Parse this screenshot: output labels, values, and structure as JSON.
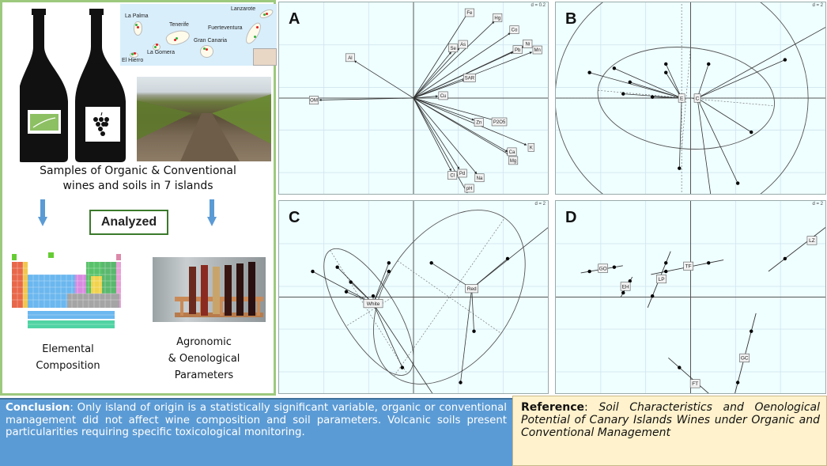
{
  "left_panel": {
    "map": {
      "islands": [
        "La Palma",
        "Tenerife",
        "Lanzarote",
        "Fuerteventura",
        "Gran Canaria",
        "La Gomera",
        "El Hierro"
      ]
    },
    "samples_text": [
      "Samples of Organic & Conventional",
      "wines and soils in 7 islands"
    ],
    "analyzed_label": "Analyzed",
    "elemental_caption": [
      "Elemental",
      "Composition"
    ],
    "agronomic_caption": [
      "Agronomic",
      "& Oenological",
      "Parameters"
    ]
  },
  "colors": {
    "panel_border": "#9dc97e",
    "arrow": "#5b9bd5",
    "analyzed_border": "#3a7a2a",
    "conclusion_bg": "#5b9bd5",
    "reference_bg": "#fff2cc",
    "plot_bg": "#effeff",
    "organic_logo": "#8dc063"
  },
  "conclusion": {
    "label": "Conclusion",
    "text": ": Only island of origin is a statistically significant variable, organic or conventional management did not affect wine composition and soil parameters. Volcanic soils present particularities requiring specific toxicological monitoring."
  },
  "reference": {
    "label": "Reference",
    "sep": ":",
    "title": "Soil Characteristics and Oenological Potential of Canary Islands Wines under Organic and Conventional Management"
  },
  "chart_data": [
    {
      "type": "scatter",
      "panel": "A",
      "kind": "correlation circle (arrows)",
      "scale_label": "d = 0.2",
      "xlim": [
        -1.0,
        1.0
      ],
      "ylim": [
        -1.0,
        1.0
      ],
      "grid": true,
      "arrows": [
        {
          "label": "Fe",
          "x": 0.4,
          "y": 0.88
        },
        {
          "label": "Hg",
          "x": 0.6,
          "y": 0.8
        },
        {
          "label": "Co",
          "x": 0.72,
          "y": 0.68
        },
        {
          "label": "As",
          "x": 0.34,
          "y": 0.52
        },
        {
          "label": "Se",
          "x": 0.28,
          "y": 0.48
        },
        {
          "label": "Ni",
          "x": 0.82,
          "y": 0.54
        },
        {
          "label": "Pb",
          "x": 0.74,
          "y": 0.48
        },
        {
          "label": "Mn",
          "x": 0.88,
          "y": 0.48
        },
        {
          "label": "SAR",
          "x": 0.38,
          "y": 0.19
        },
        {
          "label": "Al",
          "x": -0.44,
          "y": 0.39
        },
        {
          "label": "OM",
          "x": -0.7,
          "y": -0.02
        },
        {
          "label": "Cu",
          "x": 0.18,
          "y": 0.02
        },
        {
          "label": "Zn",
          "x": 0.45,
          "y": -0.23
        },
        {
          "label": "P2O5",
          "x": 0.6,
          "y": -0.23
        },
        {
          "label": "K",
          "x": 0.84,
          "y": -0.49
        },
        {
          "label": "Mg",
          "x": 0.71,
          "y": -0.59
        },
        {
          "label": "Ca",
          "x": 0.7,
          "y": -0.56
        },
        {
          "label": "Cl",
          "x": 0.28,
          "y": -0.76
        },
        {
          "label": "Pd",
          "x": 0.34,
          "y": -0.74
        },
        {
          "label": "Na",
          "x": 0.47,
          "y": -0.79
        },
        {
          "label": "pH",
          "x": 0.4,
          "y": -0.99
        }
      ]
    },
    {
      "type": "scatter",
      "panel": "B",
      "kind": "class scatter with ellipses",
      "scale_label": "d = 2",
      "xlim": [
        -6,
        6
      ],
      "ylim": [
        -4.5,
        4.5
      ],
      "grid": true,
      "groups": [
        {
          "label": "E",
          "center": [
            -0.4,
            0
          ],
          "points": [
            [
              -4.5,
              1.2
            ],
            [
              -3.4,
              1.4
            ],
            [
              -2.7,
              0.75
            ],
            [
              -3.0,
              0.2
            ],
            [
              -1.7,
              0.05
            ],
            [
              -1.1,
              1.6
            ],
            [
              -1.1,
              1.2
            ],
            [
              -0.5,
              -3.3
            ]
          ]
        },
        {
          "label": "C",
          "center": [
            0.3,
            0
          ],
          "points": [
            [
              0.8,
              1.6
            ],
            [
              4.2,
              1.8
            ],
            [
              6.3,
              3.5
            ],
            [
              2.7,
              -1.6
            ],
            [
              2.1,
              -4.0
            ],
            [
              0.9,
              -4.6
            ]
          ]
        }
      ]
    },
    {
      "type": "scatter",
      "panel": "C",
      "kind": "class scatter with ellipses",
      "scale_label": "d = 2",
      "xlim": [
        -6,
        6
      ],
      "ylim": [
        -4.5,
        4.5
      ],
      "grid": true,
      "groups": [
        {
          "label": "White",
          "center": [
            -1.8,
            -0.3
          ],
          "points": [
            [
              -4.5,
              1.2
            ],
            [
              -3.4,
              1.4
            ],
            [
              -2.8,
              0.7
            ],
            [
              -3.0,
              0.25
            ],
            [
              -1.8,
              0.05
            ],
            [
              -1.1,
              1.6
            ],
            [
              -1.1,
              1.2
            ],
            [
              -0.5,
              -3.3
            ],
            [
              0.9,
              -4.6
            ]
          ]
        },
        {
          "label": "Red",
          "center": [
            2.6,
            0.4
          ],
          "points": [
            [
              0.8,
              1.6
            ],
            [
              4.2,
              1.8
            ],
            [
              6.3,
              3.5
            ],
            [
              2.7,
              -1.6
            ],
            [
              2.1,
              -4.0
            ]
          ]
        }
      ]
    },
    {
      "type": "scatter",
      "panel": "D",
      "kind": "island class scatter",
      "scale_label": "d = 2",
      "xlim": [
        -6,
        6
      ],
      "ylim": [
        -4.5,
        4.5
      ],
      "grid": true,
      "groups": [
        {
          "label": "GO",
          "center": [
            -3.9,
            1.35
          ],
          "points": [
            [
              -4.5,
              1.2
            ],
            [
              -3.4,
              1.4
            ]
          ]
        },
        {
          "label": "EH",
          "center": [
            -2.9,
            0.5
          ],
          "points": [
            [
              -2.7,
              0.75
            ],
            [
              -3.0,
              0.2
            ]
          ]
        },
        {
          "label": "LP",
          "center": [
            -1.3,
            0.85
          ],
          "points": [
            [
              -1.1,
              1.6
            ],
            [
              -1.7,
              0.05
            ]
          ]
        },
        {
          "label": "TF",
          "center": [
            -0.1,
            1.45
          ],
          "points": [
            [
              -1.1,
              1.2
            ],
            [
              0.8,
              1.6
            ]
          ]
        },
        {
          "label": "LZ",
          "center": [
            5.4,
            2.65
          ],
          "points": [
            [
              4.2,
              1.8
            ],
            [
              6.3,
              3.5
            ]
          ]
        },
        {
          "label": "GC",
          "center": [
            2.4,
            -2.85
          ],
          "points": [
            [
              2.7,
              -1.6
            ],
            [
              2.1,
              -4.0
            ]
          ]
        },
        {
          "label": "FT",
          "center": [
            0.2,
            -4.05
          ],
          "points": [
            [
              -0.5,
              -3.3
            ],
            [
              0.9,
              -4.6
            ]
          ]
        }
      ]
    }
  ]
}
